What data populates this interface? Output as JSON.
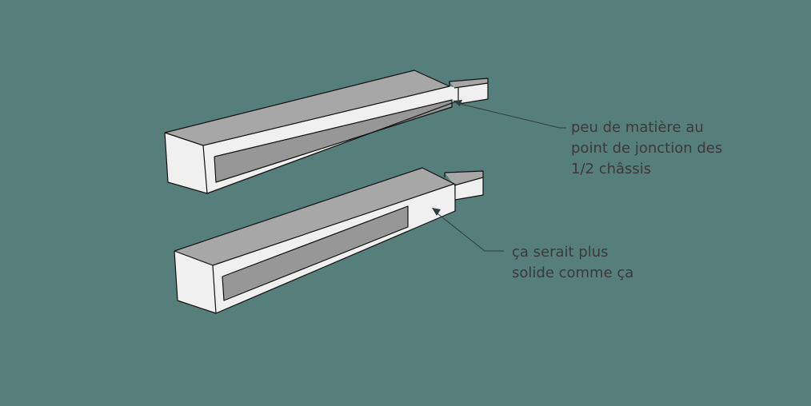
{
  "colors": {
    "background": "#567f7c",
    "face_light": "#f0f0f0",
    "face_top": "#a7a7a7",
    "face_shadow": "#979797",
    "edge": "#111111",
    "leader": "#2e3e3d",
    "text": "#3a3a3a"
  },
  "annotations": {
    "top": {
      "lines": [
        "peu de matière au",
        "point de jonction des",
        "1/2 châssis"
      ]
    },
    "bottom": {
      "lines": [
        "ça serait plus",
        "solide comme ça"
      ]
    }
  }
}
